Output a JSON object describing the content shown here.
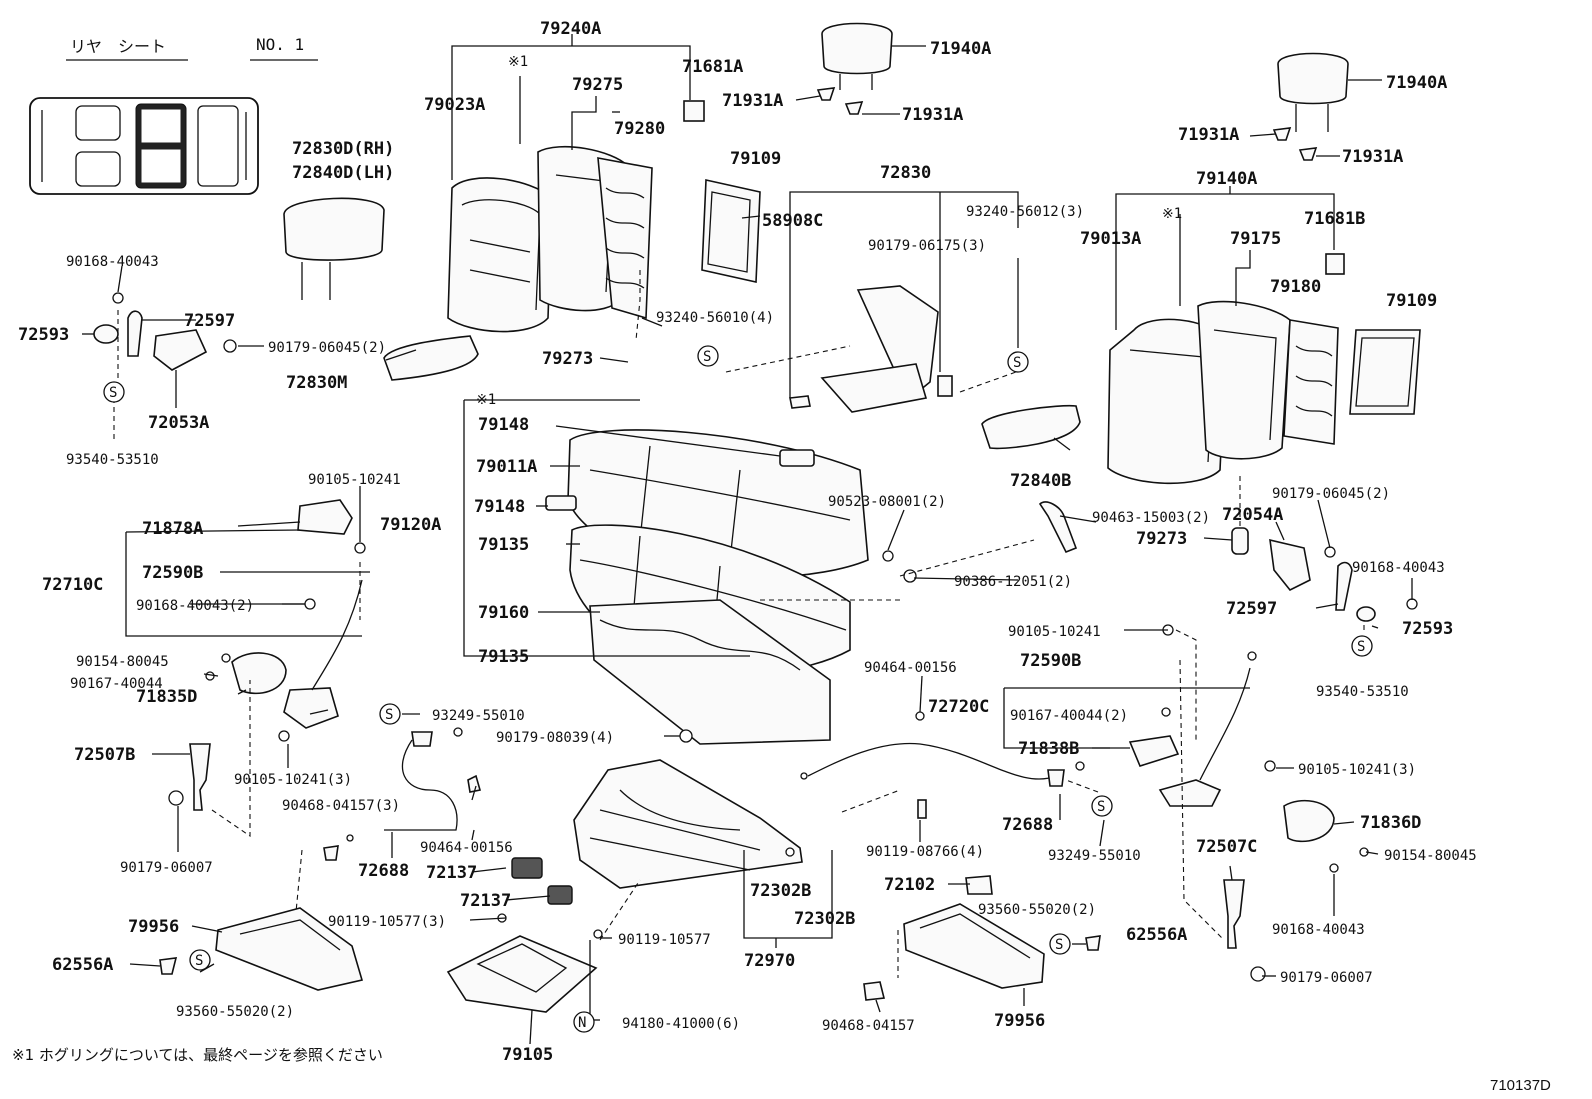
{
  "header": {
    "title_jp": "リヤ　シート",
    "page_no": "NO. 1"
  },
  "footnote": "※1  ホグリングについては、最終ページを参照ください",
  "figure_code": "710137D",
  "part_numbers": {
    "79240A": "79240A",
    "79023A": "79023A",
    "x1a": "※1",
    "79275": "79275",
    "71681A": "71681A",
    "79280": "79280",
    "71940A_l": "71940A",
    "71931A_l1": "71931A",
    "71931A_l2": "71931A",
    "71940A_r": "71940A",
    "71931A_r1": "71931A",
    "71931A_r2": "71931A",
    "72830D": "72830D(RH)",
    "72840D": "72840D(LH)",
    "79109_l": "79109",
    "58908C": "58908C",
    "72830": "72830",
    "93240_56012": "93240-56012(3)",
    "90179_06175": "90179-06175(3)",
    "79140A": "79140A",
    "x1b": "※1",
    "79013A": "79013A",
    "79175": "79175",
    "71681B": "71681B",
    "79180": "79180",
    "79109_r": "79109",
    "90168_40043_tl": "90168-40043",
    "72593_l": "72593",
    "72597_l": "72597",
    "90179_06045_l": "90179-06045(2)",
    "72053A": "72053A",
    "93540_53510_l": "93540-53510",
    "72830M": "72830M",
    "93240_56010": "93240-56010(4)",
    "79273_l": "79273",
    "x1c": "※1",
    "79148_a": "79148",
    "79011A": "79011A",
    "79148_b": "79148",
    "79120A": "79120A",
    "79135_a": "79135",
    "79160": "79160",
    "79135_b": "79135",
    "72840B": "72840B",
    "90523_08001": "90523-08001(2)",
    "90463_15003": "90463-15003(2)",
    "90386_12051": "90386-12051(2)",
    "90105_10241_a": "90105-10241",
    "71878A": "71878A",
    "72710C": "72710C",
    "72590B_l": "72590B",
    "90168_40043_2": "90168-40043(2)",
    "90154_80045_l": "90154-80045",
    "90167_40044_l": "90167-40044",
    "71835D": "71835D",
    "72507B": "72507B",
    "90105_10241_3a": "90105-10241(3)",
    "90179_06007_l": "90179-06007",
    "90179_06045_r": "90179-06045(2)",
    "72054A": "72054A",
    "79273_r": "79273",
    "90168_40043_r": "90168-40043",
    "72597_r": "72597",
    "72593_r": "72593",
    "93540_53510_r": "93540-53510",
    "90105_10241_b": "90105-10241",
    "90464_00156_a": "90464-00156",
    "72590B_r": "72590B",
    "72720C": "72720C",
    "90167_40044_2": "90167-40044(2)",
    "71838B": "71838B",
    "90105_10241_3b": "90105-10241(3)",
    "71836D": "71836D",
    "72507C": "72507C",
    "90154_80045_r": "90154-80045",
    "90168_40043_b": "90168-40043",
    "90179_06007_r": "90179-06007",
    "93249_55010_l": "93249-55010",
    "90179_08039": "90179-08039(4)",
    "90468_04157_3": "90468-04157(3)",
    "90464_00156_b": "90464-00156",
    "72688_l": "72688",
    "72137_a": "72137",
    "72137_b": "72137",
    "90119_08766": "90119-08766(4)",
    "72688_r": "72688",
    "93249_55010_r": "93249-55010",
    "72302B_a": "72302B",
    "72302B_b": "72302B",
    "72970": "72970",
    "72102": "72102",
    "93560_55020_r": "93560-55020(2)",
    "62556A_r": "62556A",
    "90119_10577_3": "90119-10577(3)",
    "90119_10577": "90119-10577",
    "79956_l": "79956",
    "62556A_l": "62556A",
    "93560_55020_l": "93560-55020(2)",
    "94180_41000": "94180-41000(6)",
    "79105": "79105",
    "90468_04157": "90468-04157",
    "79956_r": "79956"
  },
  "circle_marks": {
    "s": "S",
    "n": "N"
  }
}
